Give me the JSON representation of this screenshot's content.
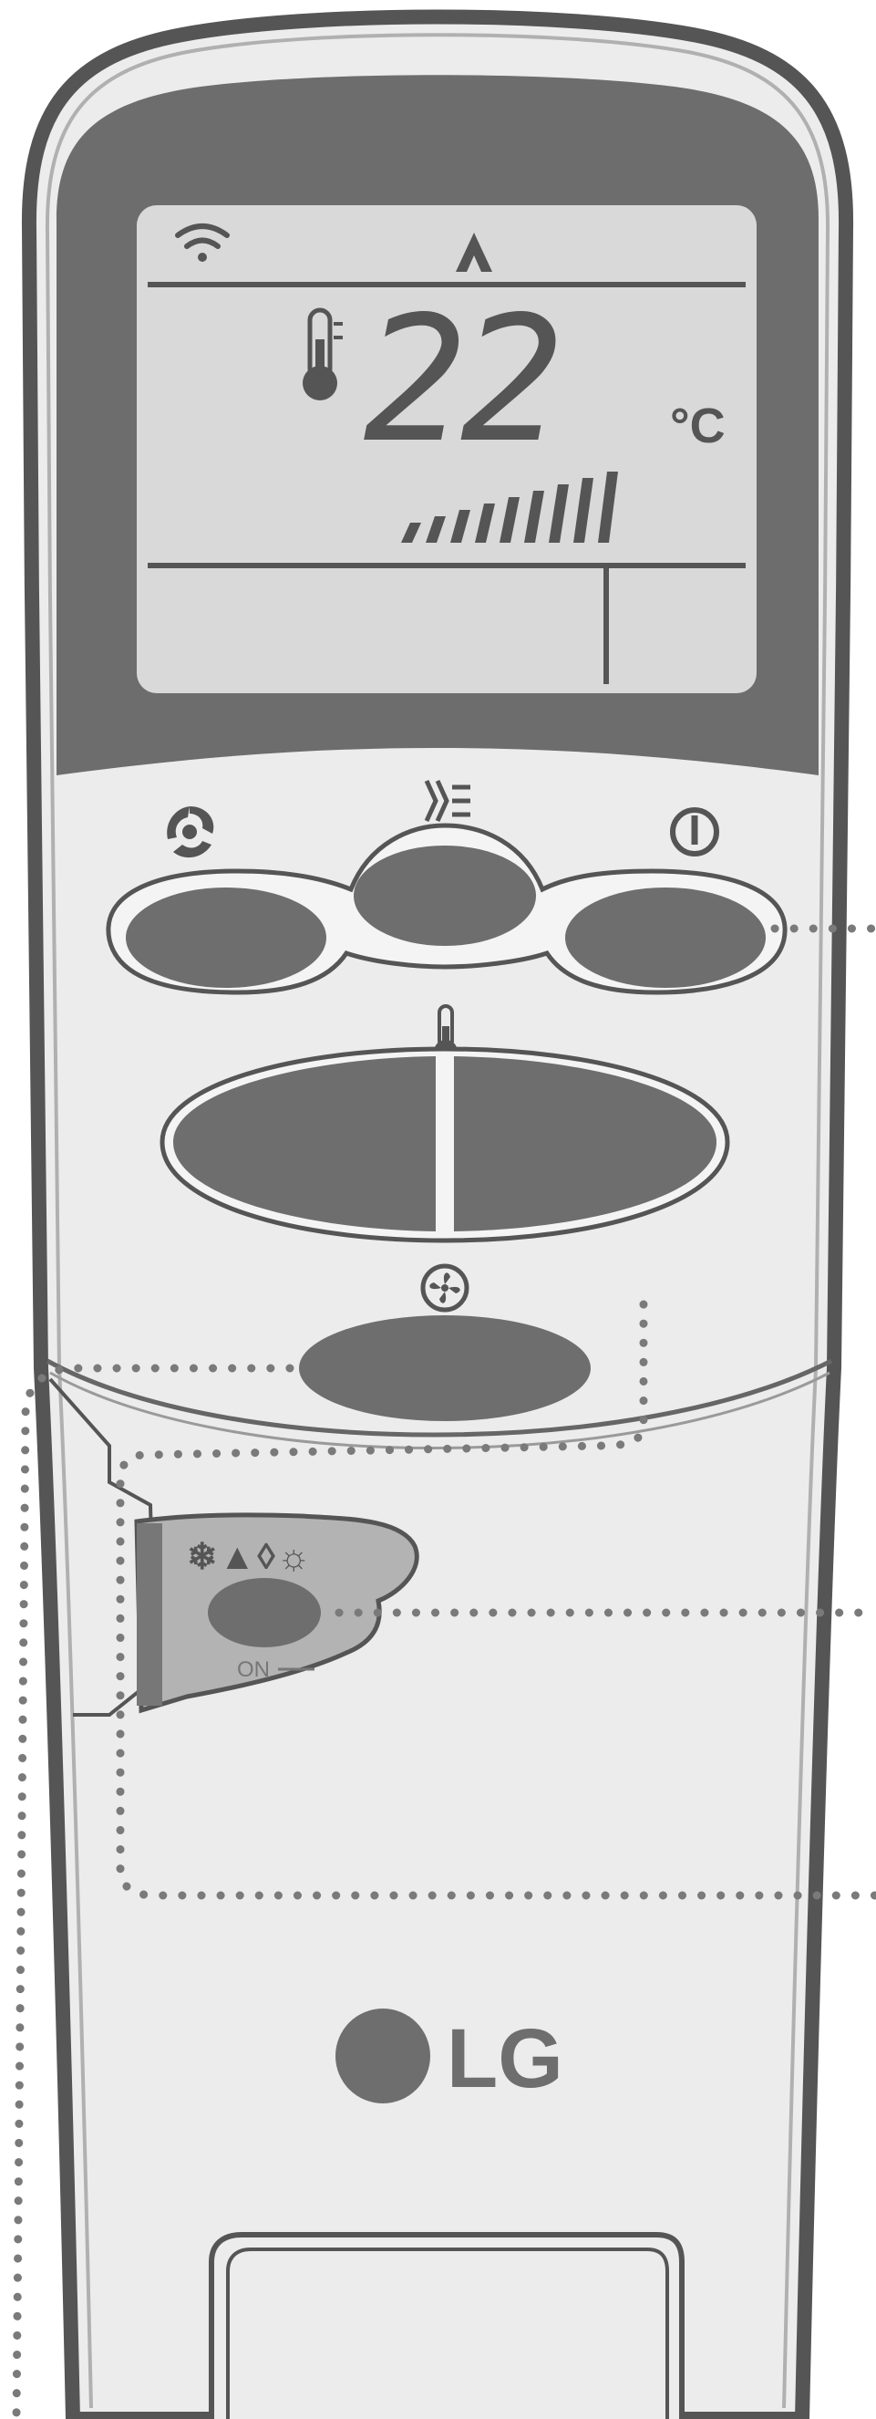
{
  "display": {
    "temperature": "22",
    "unit": "°C",
    "fan_bar_segments": 9
  },
  "subpanel": {
    "mode_symbols": "❄▲◊☼",
    "on_label": "ON"
  },
  "brand": {
    "logo_text": "LG"
  },
  "colors": {
    "body": "#ececec",
    "outline": "#555555",
    "screen_frame": "#6d6d6d",
    "lcd": "#d9d9d9",
    "button": "#6e6e6e",
    "callout": "#7a7a7a"
  }
}
